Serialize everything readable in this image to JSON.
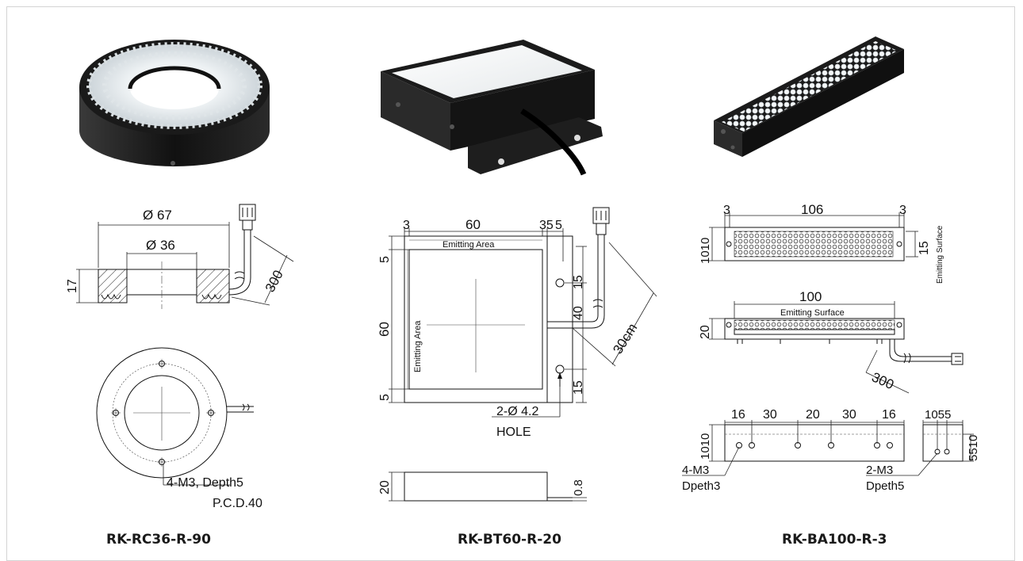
{
  "products": [
    {
      "name": "RK-RC36-R-90",
      "dims": {
        "outer_diameter": "Ø 67",
        "inner_diameter": "Ø 36",
        "height": "17",
        "cable": "300",
        "mount": "4-M3, Depth5",
        "pcd": "P.C.D.40"
      }
    },
    {
      "name": "RK-BT60-R-20",
      "dims": {
        "margin_left": "3",
        "width": "60",
        "margin_r1": "35",
        "margin_r2": "5",
        "emitting_area": "Emitting Area",
        "emitting_area_v": "Emitting Area",
        "top": "5",
        "height": "60",
        "bottom": "5",
        "hole_top": "15",
        "hole_gap": "40",
        "hole_bottom": "15",
        "cable": "30cm",
        "hole_spec": "2-Ø 4.2",
        "hole_label": "HOLE",
        "thickness": "20",
        "plate": "0.8"
      }
    },
    {
      "name": "RK-BA100-R-3",
      "dims": {
        "top_left": "3",
        "top_width": "106",
        "top_right": "3",
        "side_left": "1010",
        "side_right": "15",
        "emitting_surface_v": "Emitting Surface",
        "mid_width": "100",
        "emitting_surface": "Emitting Surface",
        "mid_height": "20",
        "cable": "300",
        "b1": "16",
        "b2": "30",
        "b3": "20",
        "b4": "30",
        "b5": "16",
        "bottom_side": "1010",
        "end_top": "1055",
        "end_side": "5510",
        "thread_left": "4-M3",
        "depth_left": "Dpeth3",
        "thread_right": "2-M3",
        "depth_right": "Dpeth5"
      }
    }
  ]
}
